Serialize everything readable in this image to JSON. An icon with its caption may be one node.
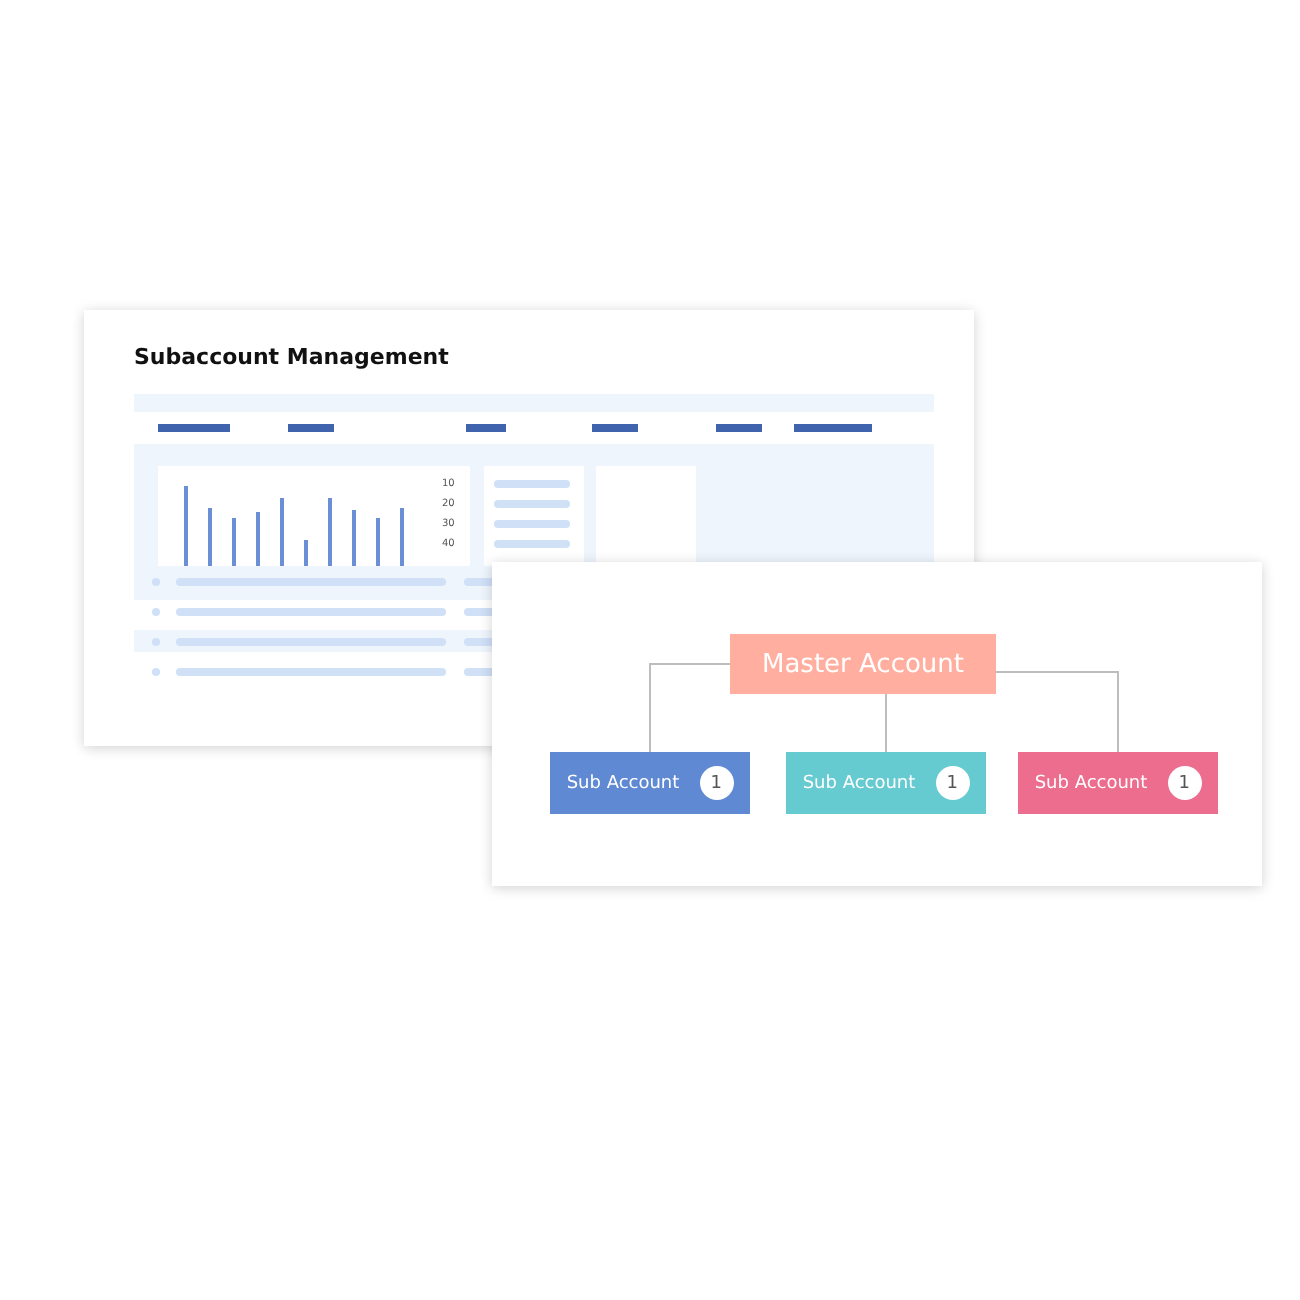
{
  "diagram": {
    "nodes": [
      {
        "text": [
          "Master Account"
        ]
      },
      {
        "text": [
          "Sub Account",
          "1"
        ]
      },
      {
        "text": [
          "Sub Account",
          "1"
        ]
      },
      {
        "text": [
          "Sub Account",
          "1"
        ]
      }
    ],
    "edges": [
      {
        "from": 0,
        "to": 1,
        "arrow": "none"
      },
      {
        "from": 0,
        "to": 2,
        "arrow": "none"
      },
      {
        "from": 0,
        "to": 3,
        "arrow": "none"
      }
    ],
    "labels": [
      "Subaccount Management",
      "10",
      "20",
      "30",
      "40"
    ]
  }
}
